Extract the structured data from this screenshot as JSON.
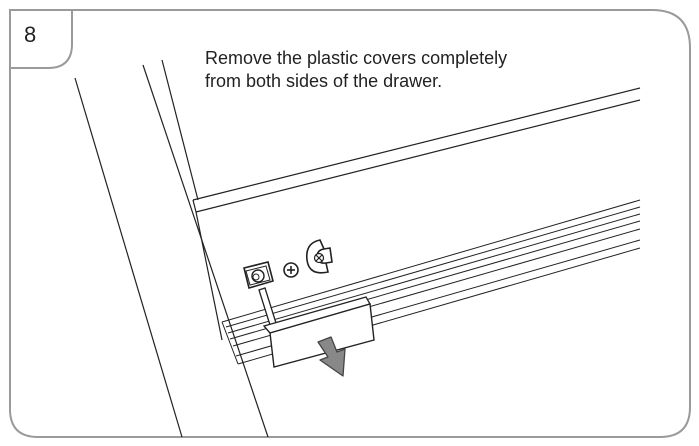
{
  "step": {
    "number": "8"
  },
  "instruction": {
    "line1": "Remove the plastic covers completely",
    "line2": "from both sides of the drawer."
  },
  "colors": {
    "frame": "#9a9a9a",
    "line": "#222222",
    "cover_fill": "#ffffff",
    "arrow_fill": "#888888",
    "arrow_stroke": "#444444"
  },
  "icons": [
    "screw-cap-icon",
    "cross-screw-icon",
    "c-clip-icon",
    "removal-arrow-icon"
  ]
}
